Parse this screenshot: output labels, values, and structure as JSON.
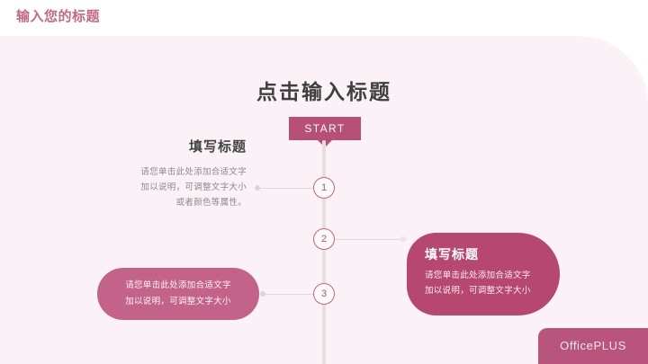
{
  "header": {
    "title": "输入您的标题",
    "title_color": "#c4697f"
  },
  "slide": {
    "main_title": "点击输入标题",
    "background_color": "#faf2f6",
    "accent_color": "#b84f74"
  },
  "start_badge": {
    "label": "START"
  },
  "timeline": {
    "nodes": [
      {
        "number": "1"
      },
      {
        "number": "2"
      },
      {
        "number": "3"
      }
    ]
  },
  "step_one": {
    "title": "填写标题",
    "body_line_1": "请您单击此处添加合适文字",
    "body_line_2": "加以说明，可调整文字大小",
    "body_line_3": "或者颜色等属性。"
  },
  "step_two": {
    "title": "填写标题",
    "body_line_1": "请您单击此处添加合适文字",
    "body_line_2": "加以说明，可调整文字大小"
  },
  "step_three": {
    "body_line_1": "请您单击此处添加合适文字",
    "body_line_2": "加以说明，可调整文字大小"
  },
  "footer": {
    "brand": "OfficePLUS"
  }
}
